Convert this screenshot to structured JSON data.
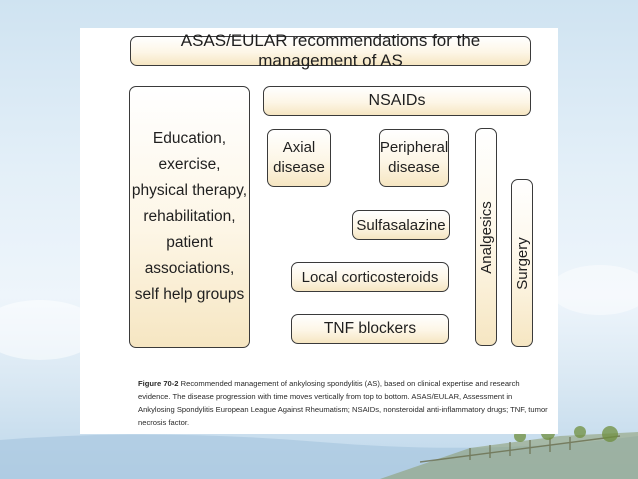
{
  "colors": {
    "box_border": "#3a3a3a",
    "box_fill_top": "#ffffff",
    "box_fill_bottom": "#f6e6c2",
    "slide_background": "#cfe3f1"
  },
  "diagram": {
    "title": "ASAS/EULAR recommendations for the management of AS",
    "left_box": {
      "lines": [
        "Education,",
        "exercise,",
        "physical therapy,",
        "rehabilitation,",
        "patient",
        "associations,",
        "self help groups"
      ]
    },
    "nsaids": "NSAIDs",
    "axial": {
      "line1": "Axial",
      "line2": "disease"
    },
    "peripheral": {
      "line1": "Peripheral",
      "line2": "disease"
    },
    "sulfasalazine": "Sulfasalazine",
    "corticosteroids": "Local corticosteroids",
    "tnf": "TNF blockers",
    "analgesics": "Analgesics",
    "surgery": "Surgery"
  },
  "caption": {
    "figure_label": "Figure 70-2",
    "text": "Recommended management of ankylosing spondylitis (AS), based on clinical expertise and research evidence. The disease progression with time moves vertically from top to bottom. ASAS/EULAR, Assessment in Ankylosing Spondylitis European League Against Rheumatism; NSAIDs, nonsteroidal anti-inflammatory drugs; TNF, tumor necrosis factor."
  }
}
